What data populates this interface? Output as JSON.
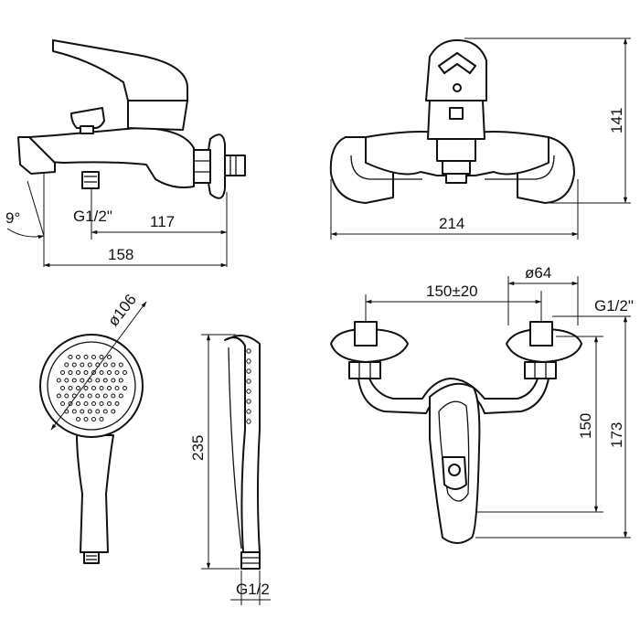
{
  "dimensions": {
    "side_view": {
      "angle": "9°",
      "inlet_thread": "G1/2\"",
      "inlet_to_wall": "117",
      "total_depth": "158"
    },
    "front_view": {
      "height": "141",
      "width": "214"
    },
    "top_view": {
      "centers": "150±20",
      "flange_diameter": "ø64",
      "inlet_thread": "G1/2\"",
      "inlet_height": "150",
      "total_height": "173"
    },
    "shower_head": {
      "diameter": "ø106"
    },
    "shower_handle": {
      "length": "235",
      "thread": "G1/2"
    }
  },
  "colors": {
    "line": "#111111",
    "background": "#ffffff"
  }
}
